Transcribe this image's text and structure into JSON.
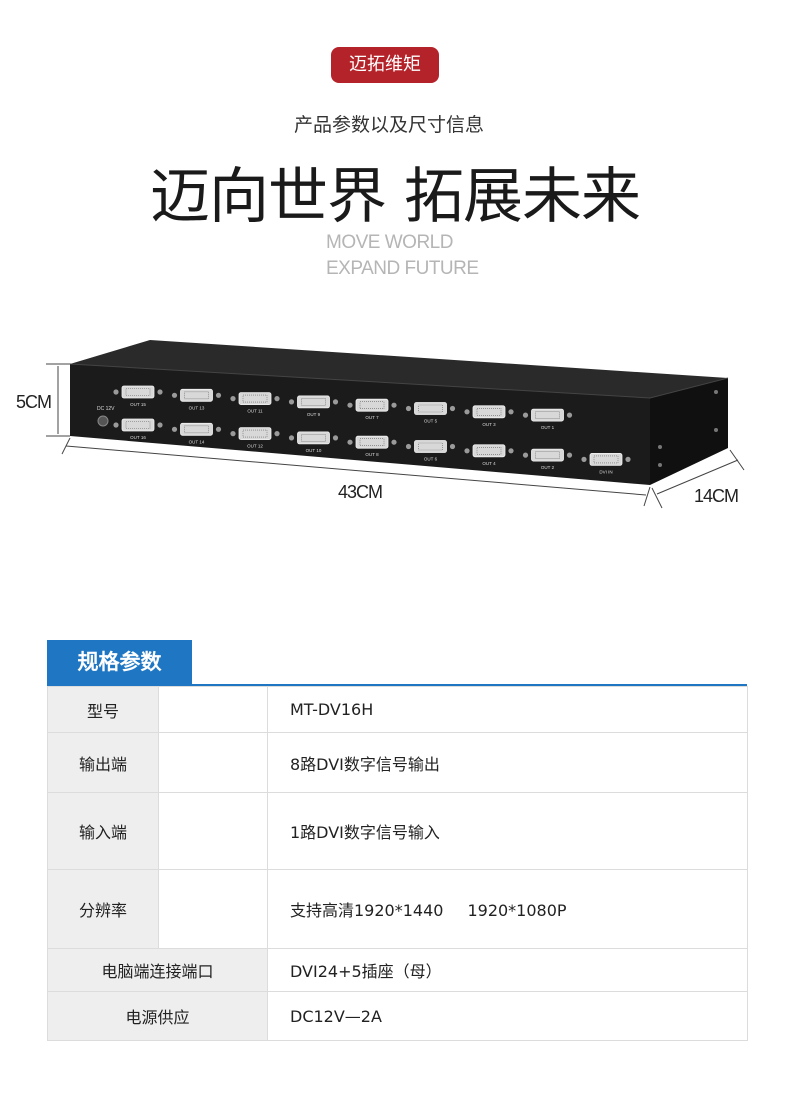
{
  "brand": "迈拓维矩",
  "subtitle": "产品参数以及尺寸信息",
  "headline": "迈向世界 拓展未来",
  "english_lines": [
    "MOVE WORLD",
    "EXPAND FUTURE"
  ],
  "dimensions": {
    "height": "5CM",
    "width": "43CM",
    "depth": "14CM"
  },
  "device": {
    "power_label": "DC 12V",
    "top_row_ports": [
      "OUT 15",
      "OUT 13",
      "OUT 11",
      "OUT 9",
      "OUT 7",
      "OUT 5",
      "OUT 3",
      "OUT 1"
    ],
    "bottom_row_ports": [
      "OUT 16",
      "OUT 14",
      "OUT 12",
      "OUT 10",
      "OUT 8",
      "OUT 6",
      "OUT 4",
      "OUT 2",
      "DVI IN"
    ]
  },
  "section_title": "规格参数",
  "specs": [
    {
      "label": "型号",
      "value": "MT-DV16H"
    },
    {
      "label": "输出端",
      "value": "8路DVI数字信号输出"
    },
    {
      "label": "输入端",
      "value": "1路DVI数字信号输入"
    },
    {
      "label": "分辨率",
      "value": "支持高清1920*1440",
      "value2": "1920*1080P"
    },
    {
      "label": "电脑端连接端口",
      "value": "DVI24+5插座（母）"
    },
    {
      "label": "电源供应",
      "value": "DC12V—2A"
    }
  ],
  "colors": {
    "brand_red": "#b5232a",
    "section_blue": "#1f76c2",
    "label_bg": "#eeeeee"
  }
}
